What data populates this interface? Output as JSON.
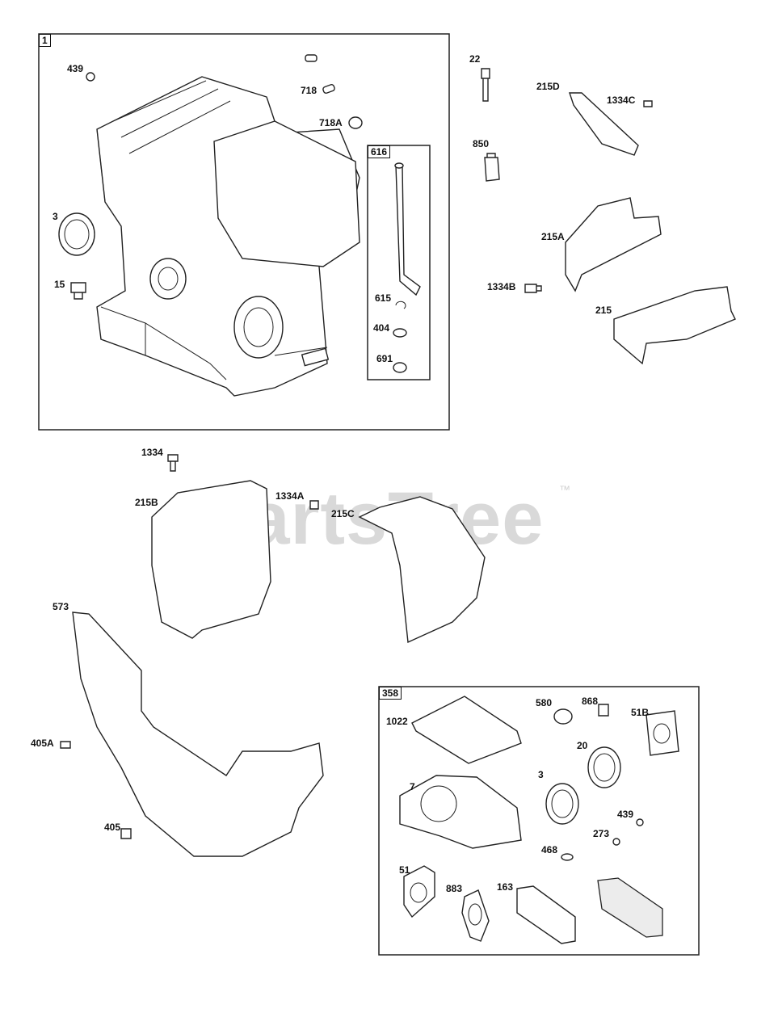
{
  "watermark": {
    "text": "PartsTree",
    "tm": "™"
  },
  "groups": {
    "engine_block": "1",
    "dipstick_assembly": "616",
    "gasket_set": "358"
  },
  "labels": {
    "l439a": "439",
    "l718": "718",
    "l718A": "718A",
    "l3a": "3",
    "l15": "15",
    "l615": "615",
    "l404": "404",
    "l691": "691",
    "l22": "22",
    "l215D": "215D",
    "l1334C": "1334C",
    "l850": "850",
    "l215A": "215A",
    "l1334B": "1334B",
    "l215": "215",
    "l1334": "1334",
    "l215B": "215B",
    "l1334A": "1334A",
    "l215C": "215C",
    "l573": "573",
    "l405A": "405A",
    "l405": "405",
    "l1022": "1022",
    "l580": "580",
    "l868": "868",
    "l51B": "51B",
    "l20": "20",
    "l3b": "3",
    "l7": "7",
    "l439b": "439",
    "l273": "273",
    "l468": "468",
    "l51": "51",
    "l883": "883",
    "l163": "163"
  }
}
